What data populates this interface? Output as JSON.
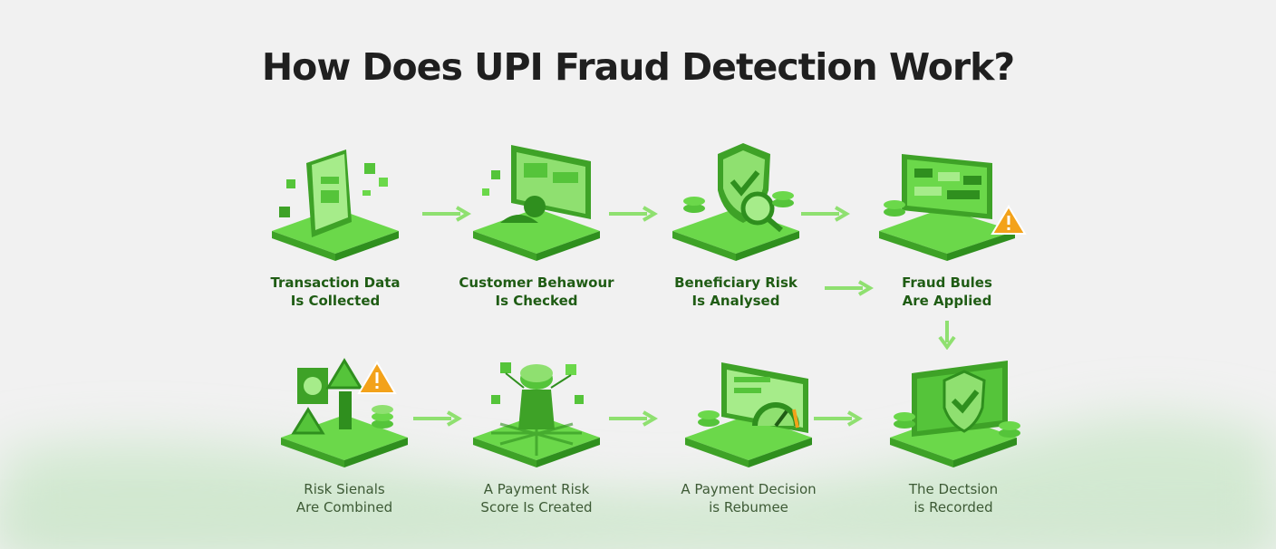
{
  "title": "How Does UPI Fraud Detection Work?",
  "colors": {
    "accent": "#55c43a",
    "accent_dark": "#2f8f1e",
    "accent_light": "#a6ec8a",
    "warning": "#f3a21a",
    "arrow": "#8fe070",
    "background": "#f1f1f1",
    "wave": "#d6ead6"
  },
  "steps": [
    {
      "line1": "Transaction Data",
      "line2": "Is Collected",
      "icon": "phone-data-icon"
    },
    {
      "line1": "Customer Behawour",
      "line2": "Is Checked",
      "icon": "monitor-user-icon"
    },
    {
      "line1": "Beneficiary Risk",
      "line2": "Is Analysed",
      "icon": "shield-magnifier-icon"
    },
    {
      "line1": "Fraud Bules",
      "line2": "Are Applied",
      "icon": "rules-warning-icon"
    },
    {
      "line1": "Risk Sienals",
      "line2": "Are Combined",
      "icon": "warning-signals-icon"
    },
    {
      "line1": "A  Payment Risk",
      "line2": "Score Is Created",
      "icon": "network-node-icon"
    },
    {
      "line1": "A  Payment Decision",
      "line2": "is Rebumee",
      "icon": "gauge-monitor-icon"
    },
    {
      "line1": "The Dectsion",
      "line2": "is Recorded",
      "icon": "shield-check-icon"
    }
  ]
}
